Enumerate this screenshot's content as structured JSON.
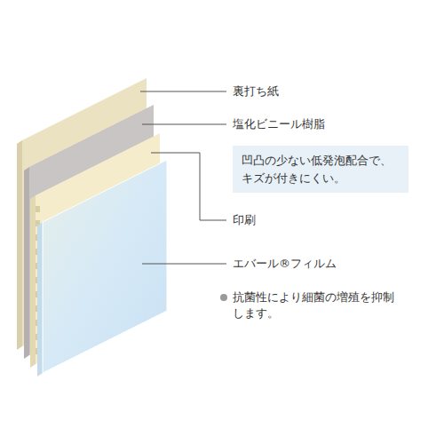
{
  "diagram": {
    "nodes": [
      {
        "text": [
          "凹凸の少ない低発泡配合で、キズが付きにくい。"
        ]
      }
    ],
    "labels": [
      "裏打ち紙",
      "塩化ビニール樹脂",
      "印刷",
      "エバール®フィルム",
      "抗菌性により細菌の増殖を抑制します。"
    ]
  }
}
